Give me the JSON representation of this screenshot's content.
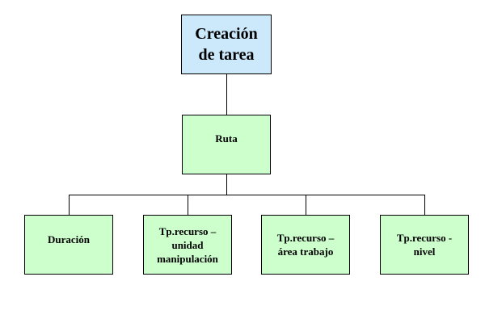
{
  "root": {
    "line1": "Creación",
    "line2": "de tarea"
  },
  "middle": {
    "label": "Ruta"
  },
  "leaves": [
    {
      "lines": [
        "Duración"
      ]
    },
    {
      "lines": [
        "Tp.recurso –",
        "unidad",
        "manipulación"
      ]
    },
    {
      "lines": [
        "Tp.recurso –",
        "área trabajo"
      ]
    },
    {
      "lines": [
        "Tp.recurso -",
        "nivel"
      ]
    }
  ],
  "colors": {
    "root_fill": "#cce8fb",
    "node_fill": "#ccffcc",
    "border": "#000000"
  }
}
